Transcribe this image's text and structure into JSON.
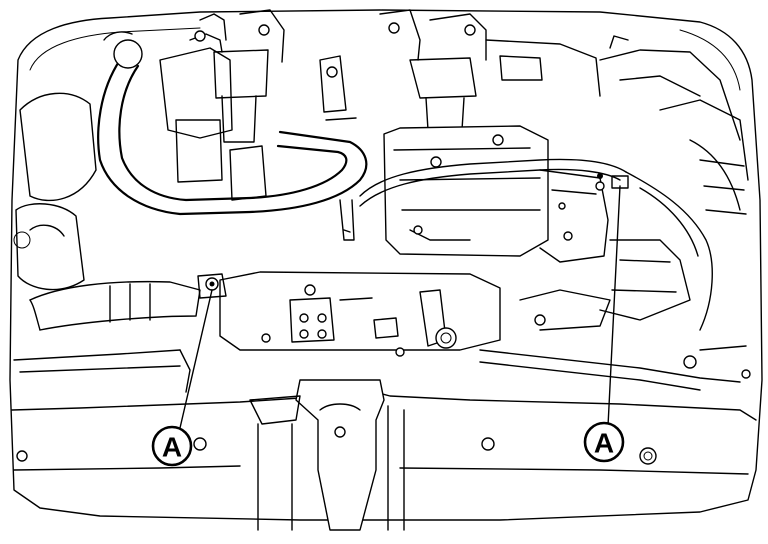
{
  "callouts": [
    {
      "id": "callout-left",
      "label": "A"
    },
    {
      "id": "callout-right",
      "label": "A"
    }
  ]
}
